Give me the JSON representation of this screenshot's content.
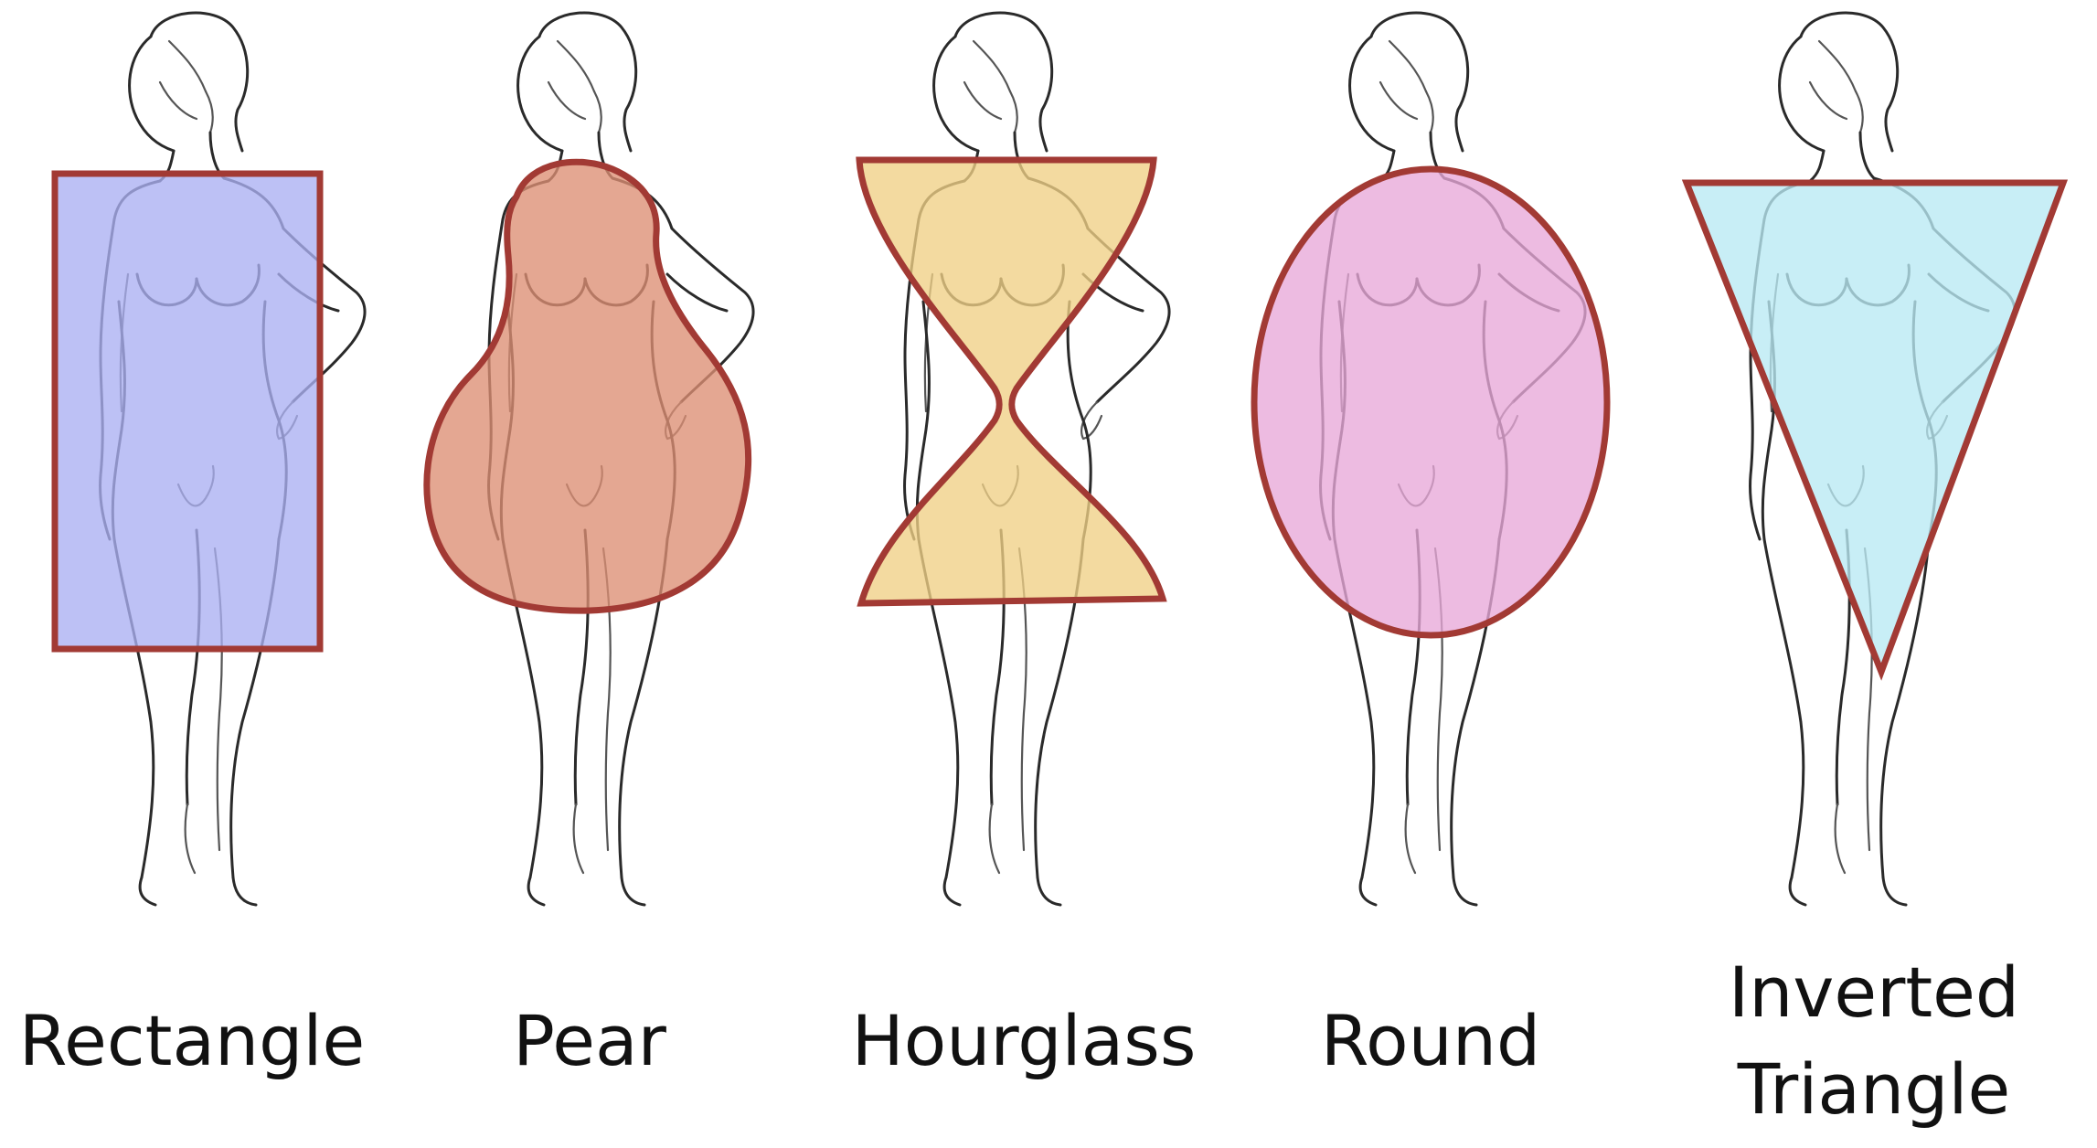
{
  "colors": {
    "outline": "#a23a34",
    "rectangle_fill": "#aab0f2",
    "pear_fill": "#dc8e73",
    "hourglass_fill": "#f0cf85",
    "round_fill": "#e8a8d8",
    "inverted_triangle_fill": "#b9e9f3",
    "sketch_stroke": "#2a2a2a"
  },
  "shapes": [
    {
      "id": "rectangle",
      "label_lines": [
        "Rectangle"
      ],
      "overlay": "rectangle",
      "fill_key": "rectangle_fill"
    },
    {
      "id": "pear",
      "label_lines": [
        "Pear"
      ],
      "overlay": "pear",
      "fill_key": "pear_fill"
    },
    {
      "id": "hourglass",
      "label_lines": [
        "Hourglass"
      ],
      "overlay": "hourglass",
      "fill_key": "hourglass_fill"
    },
    {
      "id": "round",
      "label_lines": [
        "Round"
      ],
      "overlay": "ellipse",
      "fill_key": "round_fill"
    },
    {
      "id": "inverted-triangle",
      "label_lines": [
        "Inverted",
        "Triangle"
      ],
      "overlay": "inverted-triangle",
      "fill_key": "inverted_triangle_fill"
    }
  ]
}
